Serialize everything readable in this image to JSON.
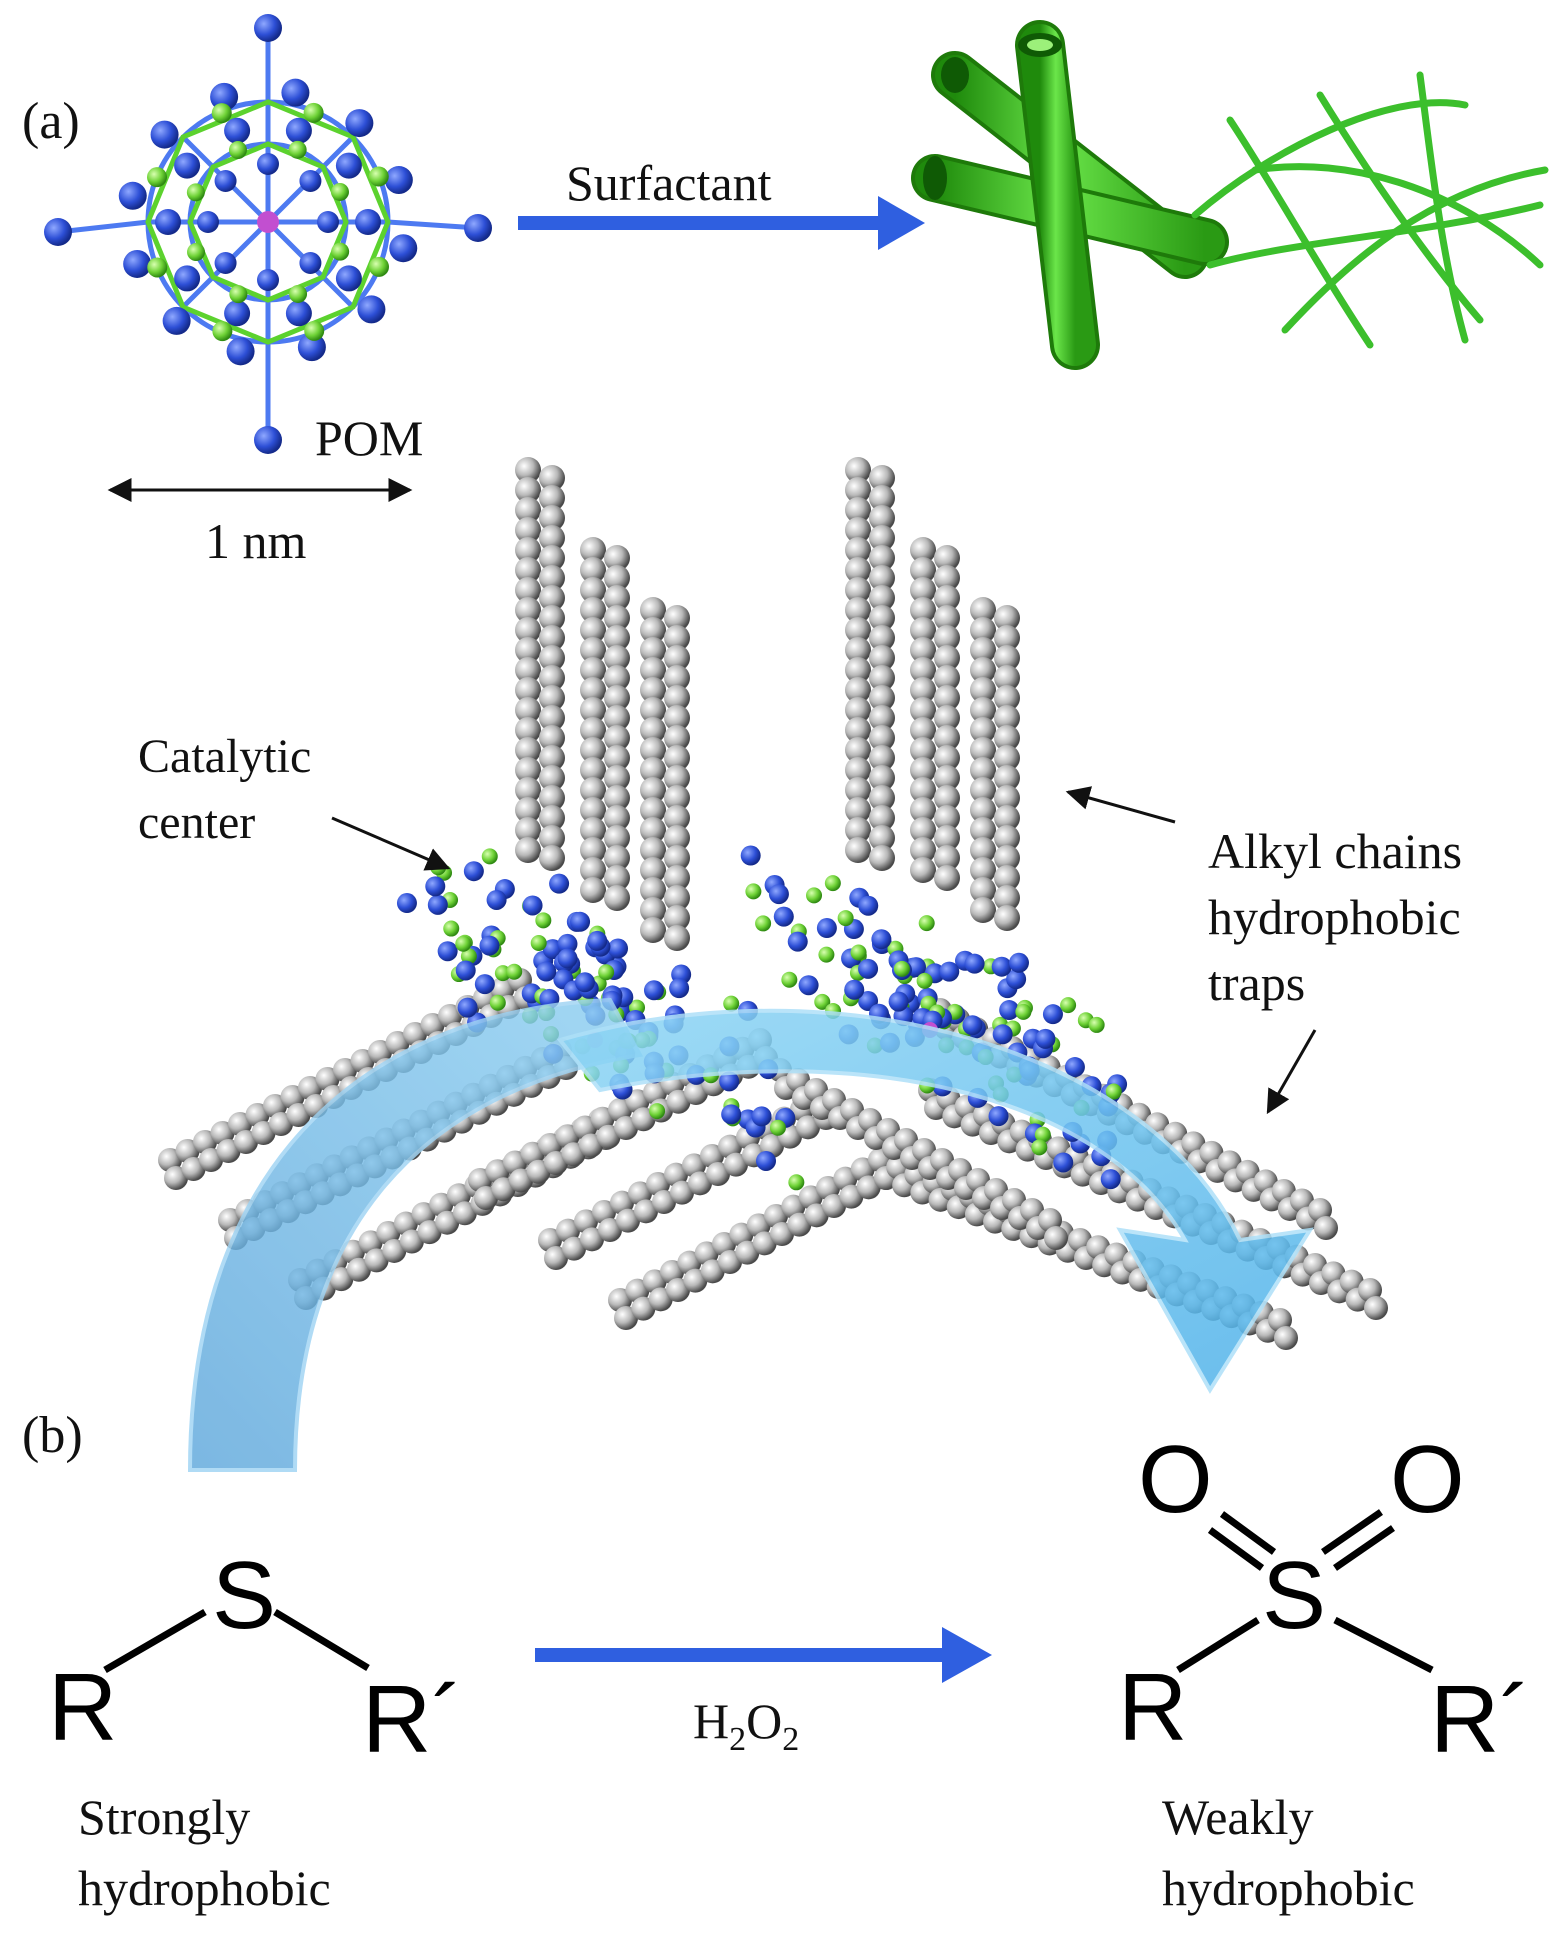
{
  "panel_a": {
    "label": "(a)",
    "pom_label": "POM",
    "scale_label": "1 nm",
    "arrow_label": "Surfactant"
  },
  "panel_b": {
    "label": "(b)",
    "catalytic_center": [
      "Catalytic",
      "center"
    ],
    "alkyl_chains": [
      "Alkyl chains",
      "hydrophobic",
      "traps"
    ],
    "reactant": {
      "S": "S",
      "R": "R",
      "R_prime": "R´",
      "caption": [
        "Strongly",
        "hydrophobic"
      ]
    },
    "reagent": {
      "main": "H",
      "sub1": "2",
      "mid": "O",
      "sub2": "2"
    },
    "product": {
      "S": "S",
      "O_left": "O",
      "O_right": "O",
      "R": "R",
      "R_prime": "R´",
      "caption": [
        "Weakly",
        "hydrophobic"
      ]
    }
  },
  "colors": {
    "arrow_blue": "#2f5fe0",
    "tube_green": "#45d02a",
    "atom_blue": "#2d4fd6",
    "atom_green": "#7be03c",
    "chain_gray": "#a9a9a9",
    "flow_blue": "#69b8e8"
  }
}
